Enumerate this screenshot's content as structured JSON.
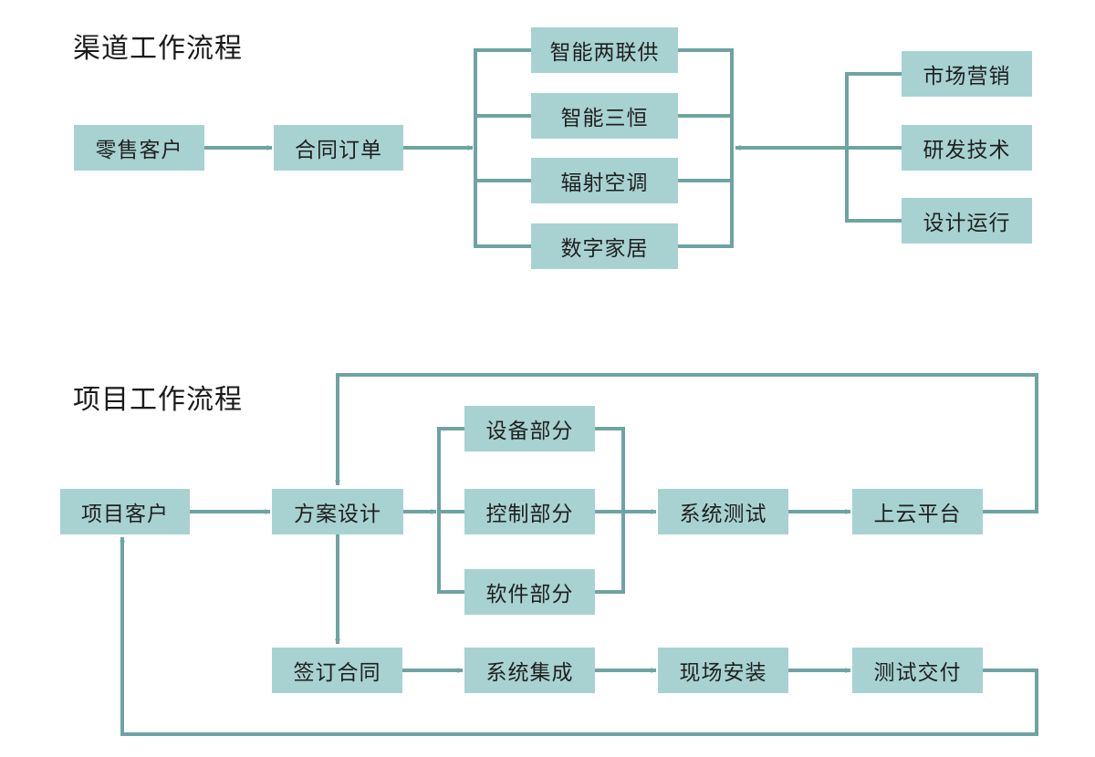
{
  "channel": {
    "title": "渠道工作流程",
    "boxes": [
      "零售客户",
      "合同订单",
      "智能两联供",
      "智能三恒",
      "辐射空调",
      "数字家居",
      "市场营销",
      "研发技术",
      "设计运行"
    ]
  },
  "project": {
    "title": "项目工作流程",
    "boxes": [
      "项目客户",
      "方案设计",
      "设备部分",
      "控制部分",
      "软件部分",
      "系统测试",
      "上云平台",
      "签订合同",
      "系统集成",
      "现场安装",
      "测试交付"
    ]
  },
  "colors": {
    "box_fill": "#a8d2d2",
    "line": "#6fa3a3",
    "text": "#1f1f1f"
  }
}
